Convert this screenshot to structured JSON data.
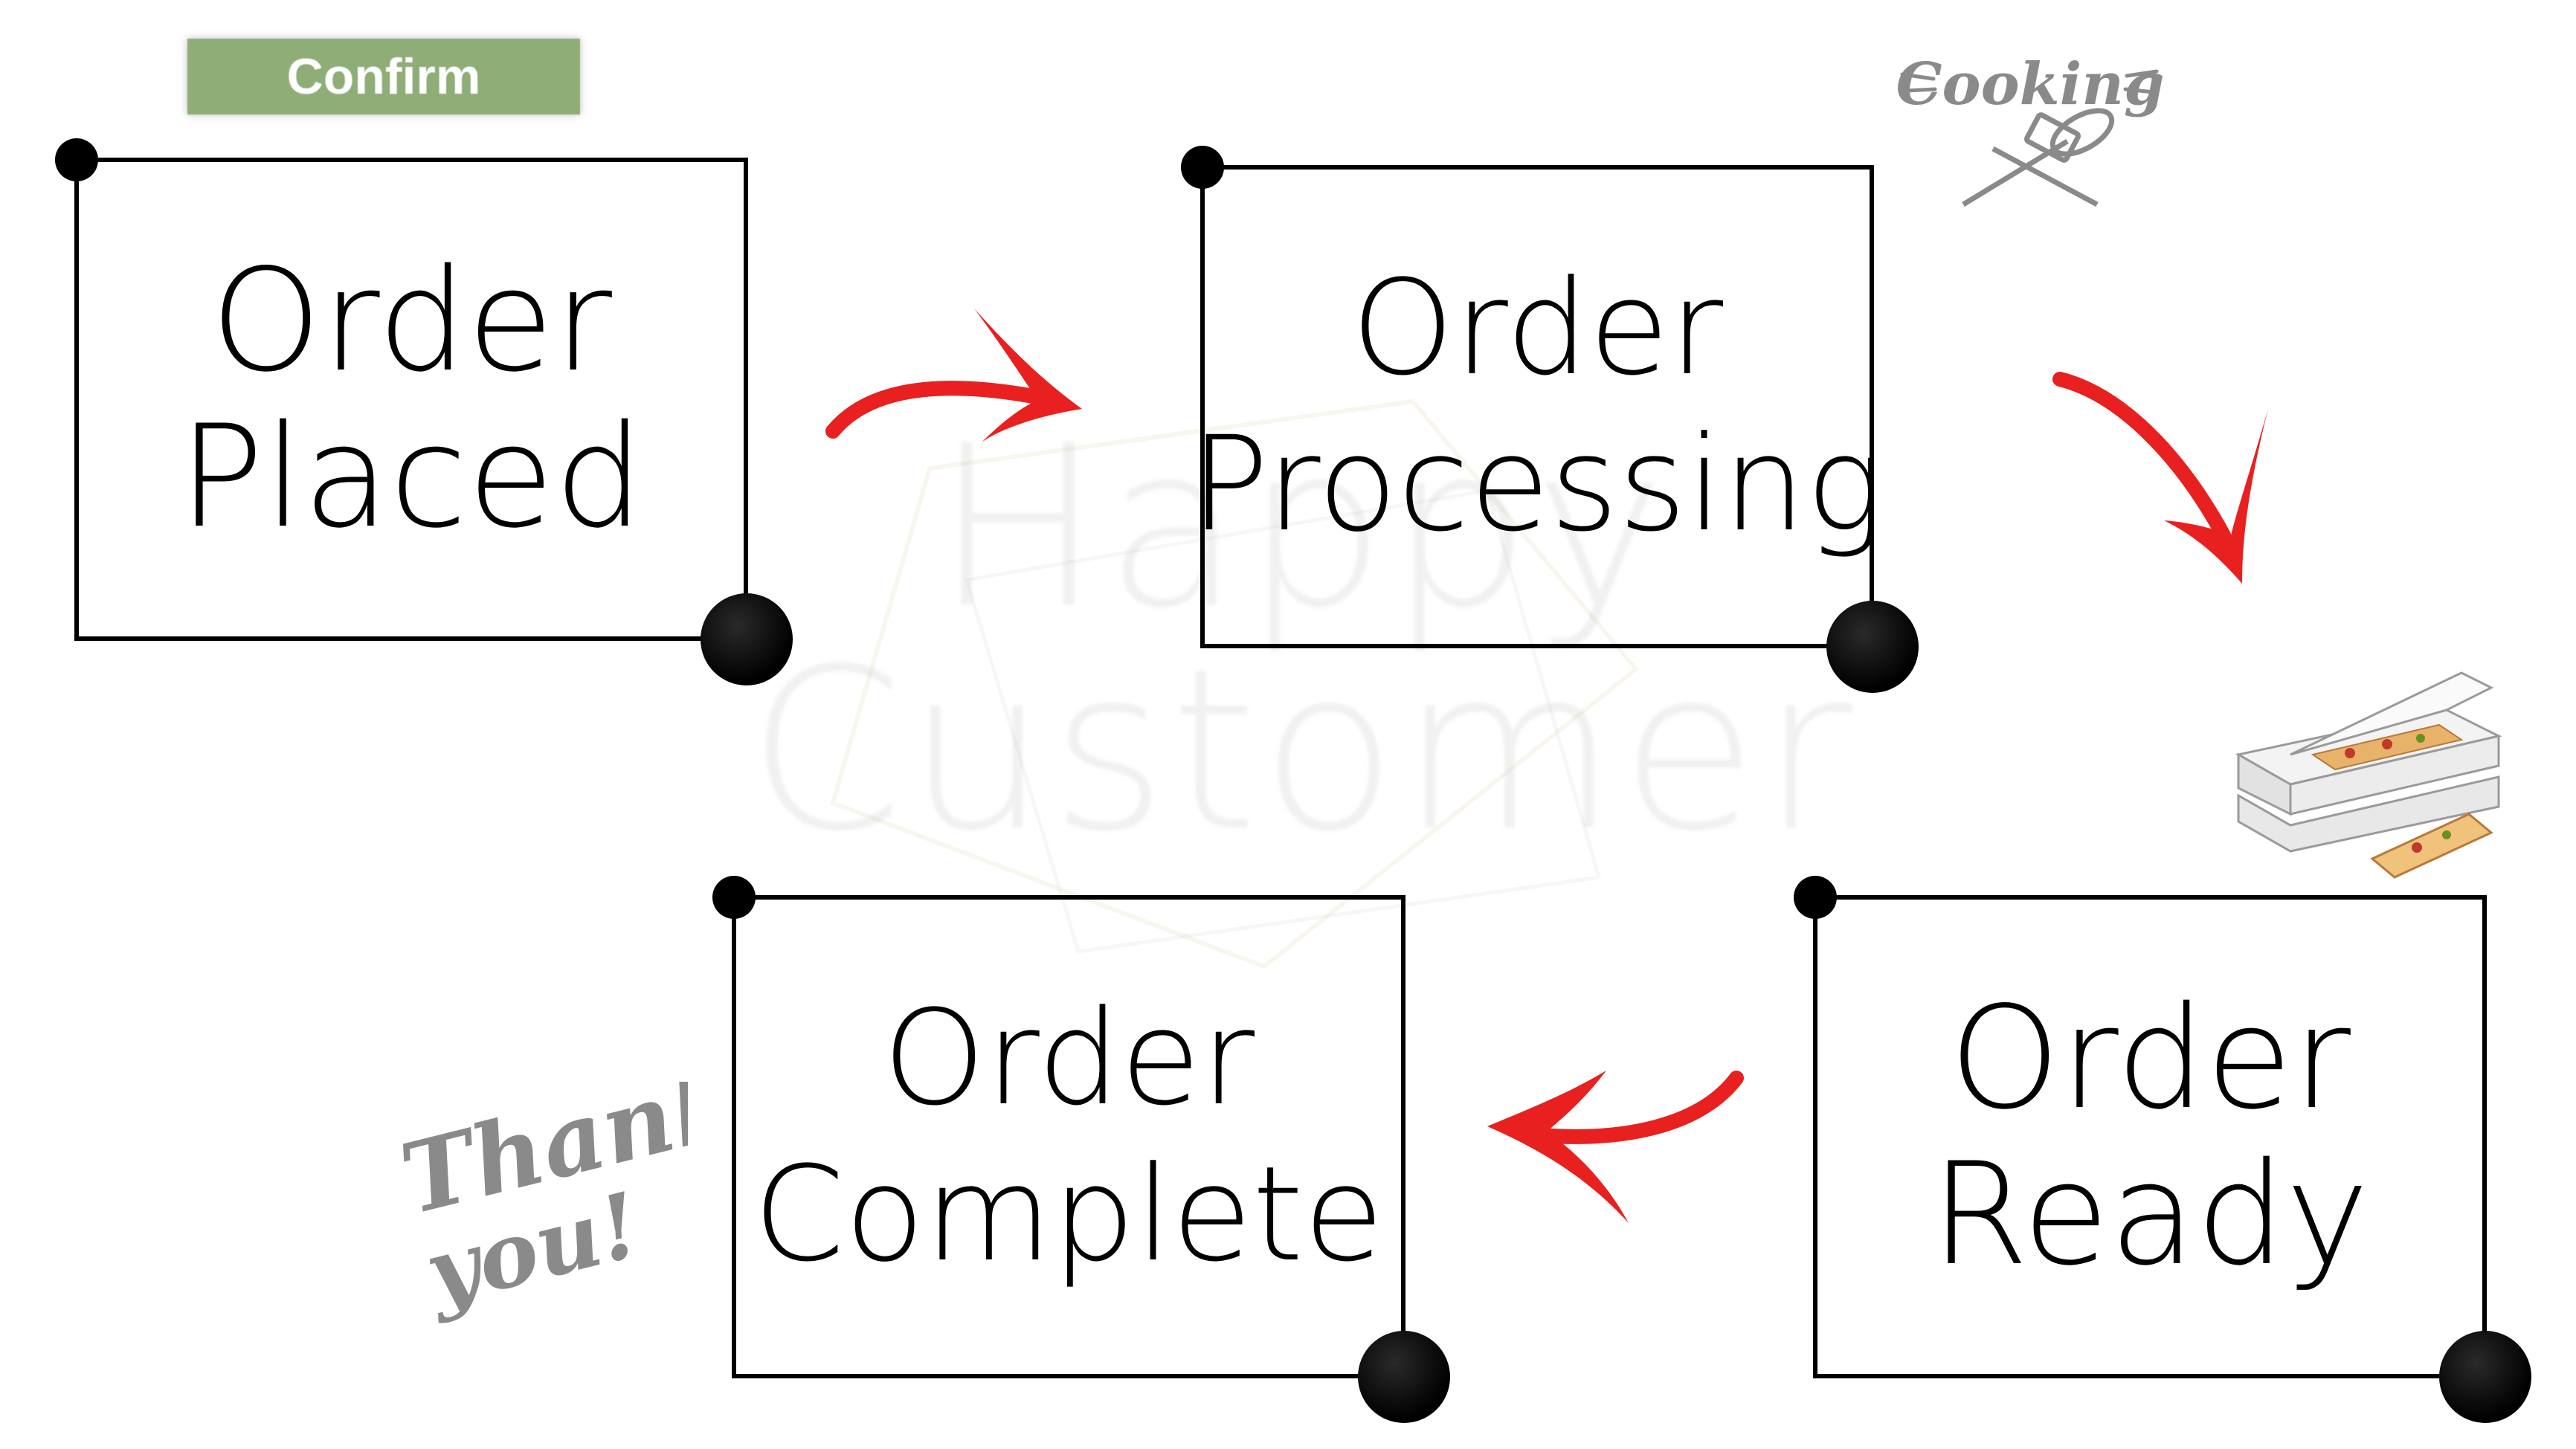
{
  "confirm_button": {
    "label": "Confirm"
  },
  "watermark": {
    "line1": "Happy",
    "line2": "Customer"
  },
  "stages": {
    "placed": {
      "line1": "Order",
      "line2": "Placed"
    },
    "processing": {
      "line1": "Order",
      "line2": "Processing"
    },
    "ready": {
      "line1": "Order",
      "line2": "Ready"
    },
    "complete": {
      "line1": "Order",
      "line2": "Complete"
    }
  },
  "decorations": {
    "cooking_badge": "Cooking",
    "thank_you_line1": "Thank",
    "thank_you_line2": "you!"
  },
  "colors": {
    "accent_arrow": "#e8201f",
    "confirm_bg": "#8fad77",
    "outline": "#000000",
    "deco_gray": "#8a8a8a"
  },
  "icons": [
    "cooking-icon",
    "pizza-box-icon",
    "thank-you-icon",
    "arrow-right-icon",
    "arrow-down-icon",
    "arrow-left-icon"
  ]
}
